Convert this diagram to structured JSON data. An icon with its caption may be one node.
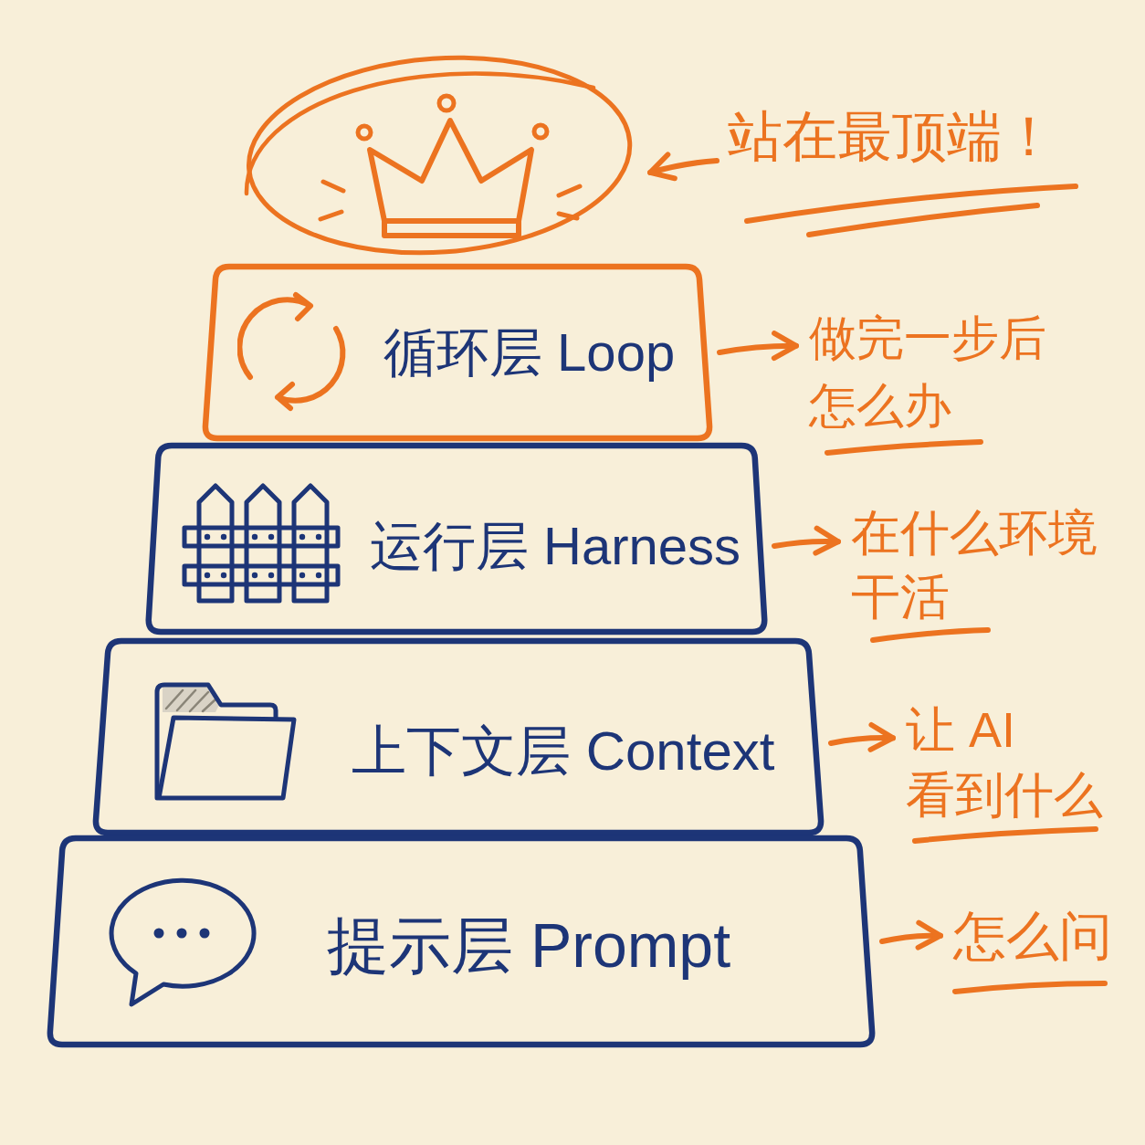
{
  "diagram": {
    "nodes": [
      {
        "text": [],
        "shape": "picture"
      },
      {
        "text": [
          "站在最顶端！"
        ]
      },
      {
        "text": [
          "循环层 Loop"
        ]
      },
      {
        "text": [
          "做完一步后怎么办"
        ]
      },
      {
        "text": [
          "运行层 Harness"
        ]
      },
      {
        "text": [
          "在什么环境干活"
        ]
      },
      {
        "text": [
          "上下文层 Context"
        ]
      },
      {
        "text": [
          "让 AI 看到什么"
        ]
      },
      {
        "text": [
          "提示层 Prompt"
        ]
      },
      {
        "text": [
          "怎么问"
        ]
      }
    ],
    "edges": [
      {
        "from": 1,
        "to": 0,
        "arrow": "to"
      },
      {
        "from": 2,
        "to": 3,
        "arrow": "to"
      },
      {
        "from": 4,
        "to": 5,
        "arrow": "to"
      },
      {
        "from": 6,
        "to": 7,
        "arrow": "to"
      },
      {
        "from": 8,
        "to": 9,
        "arrow": "to"
      }
    ]
  }
}
